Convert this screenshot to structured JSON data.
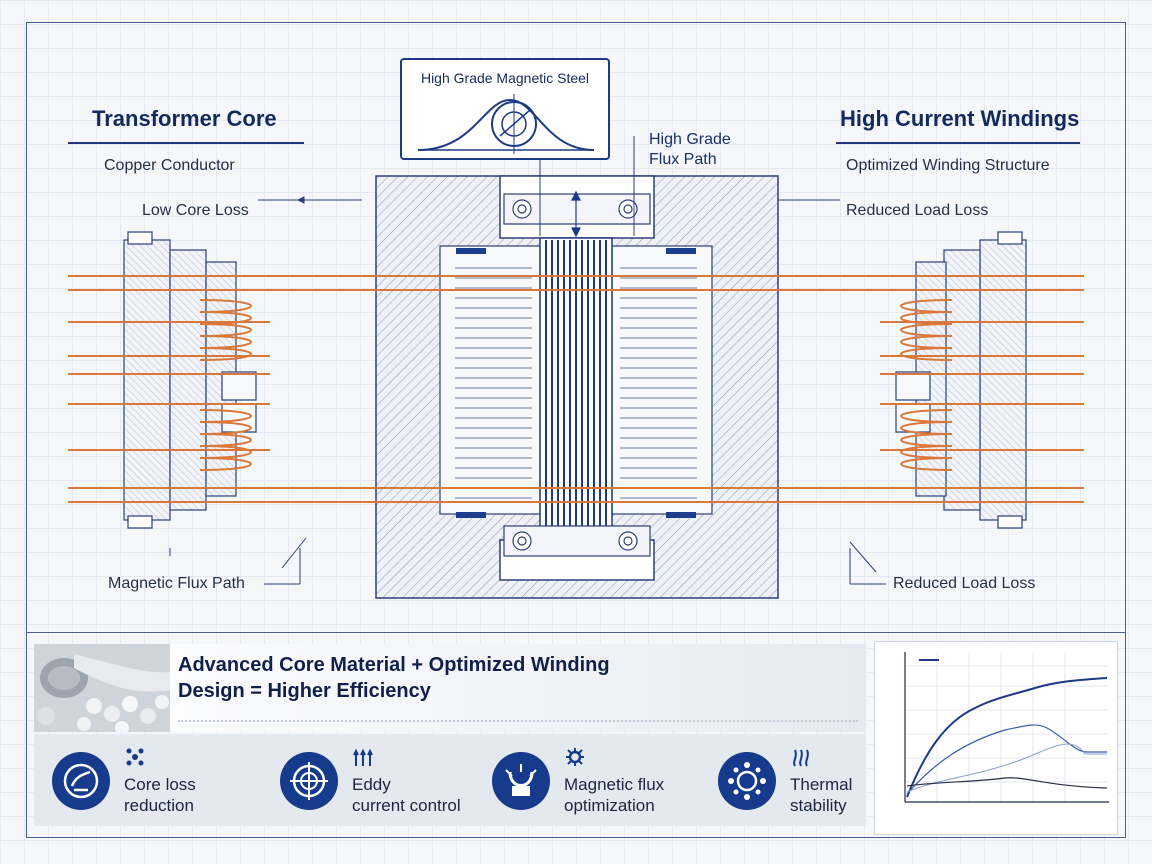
{
  "left": {
    "title": "Transformer Core",
    "copper": "Copper Conductor",
    "low_loss": "Low Core Loss",
    "flux_path": "Magnetic Flux Path"
  },
  "right": {
    "title": "High Current Windings",
    "optimized": "Optimized Winding Structure",
    "reduced_top": "Reduced Load Loss",
    "reduced_bottom": "Reduced Load Loss"
  },
  "center": {
    "steel_title": "High Grade Magnetic Steel",
    "flux_line1": "High Grade",
    "flux_line2": "Flux Path"
  },
  "banner": {
    "line1": "Advanced Core Material + Optimized Winding",
    "line2": "Design = Higher Efficiency"
  },
  "features": [
    {
      "line1": "Core loss",
      "line2": "reduction",
      "icon": "core-loss-icon"
    },
    {
      "line1": "Eddy",
      "line2": "current control",
      "icon": "crosshair-icon"
    },
    {
      "line1": "Magnetic flux",
      "line2": "optimization",
      "icon": "magnet-icon"
    },
    {
      "line1": "Thermal",
      "line2": "stability",
      "icon": "gear-icon"
    }
  ],
  "colors": {
    "navy": "#163b8c",
    "copper": "#d9783a",
    "blueprint": "#22377a"
  }
}
